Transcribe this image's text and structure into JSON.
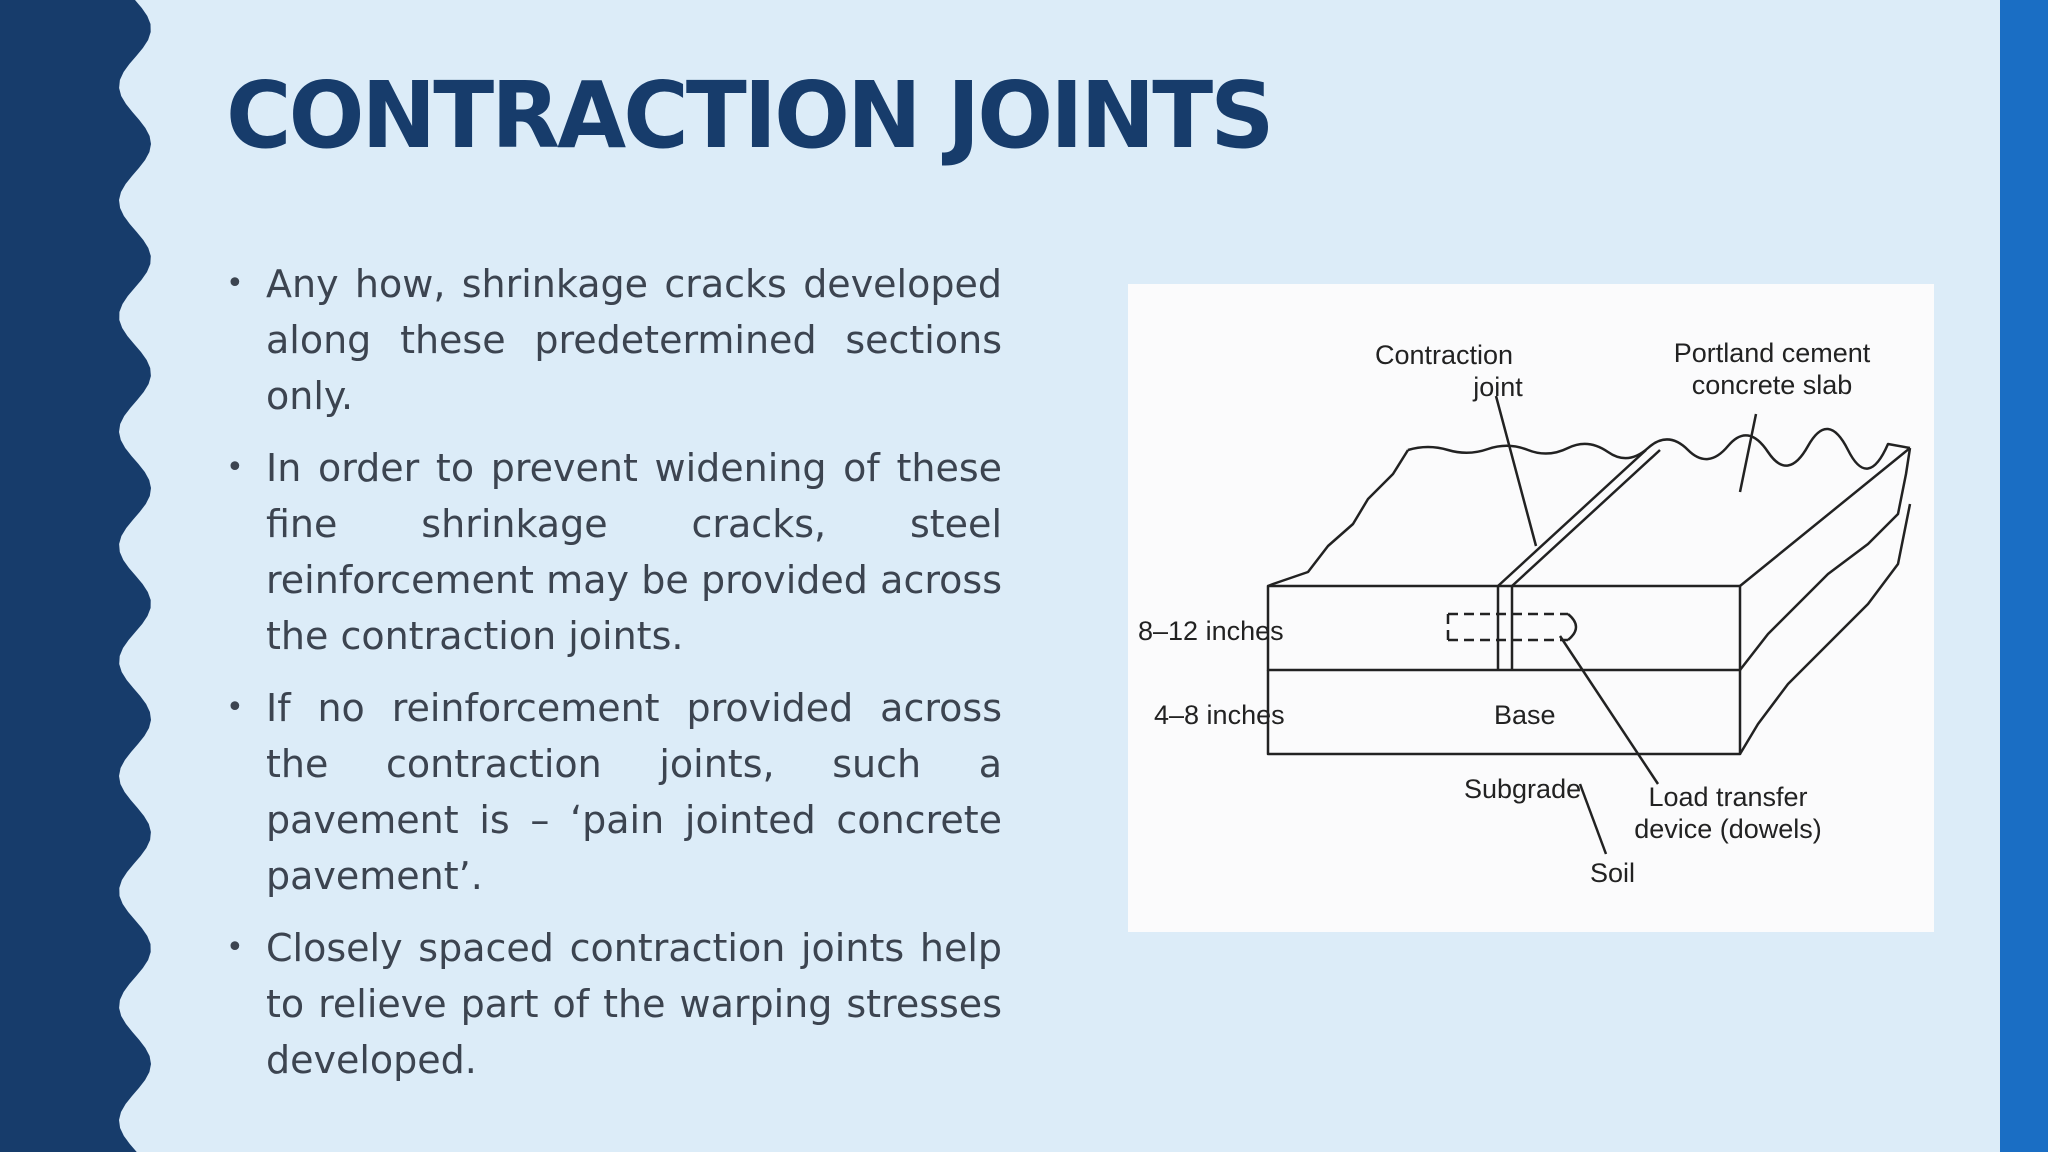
{
  "slide": {
    "title": "CONTRACTION JOINTS",
    "bullets": [
      "Any how, shrinkage cracks developed along these predetermined sections only.",
      "In order to prevent widening of these fine shrinkage cracks, steel reinforcement may be provided across the contraction joints.",
      "If no reinforcement provided across the contraction joints, such a pavement is – ‘pain jointed concrete pavement’.",
      "Closely spaced contraction joints help to relieve part of the warping stresses developed."
    ],
    "bullet_marker": "•"
  },
  "figure": {
    "labels": {
      "contraction_joint_line1": "Contraction",
      "contraction_joint_line2": "joint",
      "slab_line1": "Portland cement",
      "slab_line2": "concrete slab",
      "slab_thickness": "8–12 inches",
      "base_thickness": "4–8 inches",
      "base": "Base",
      "subgrade": "Subgrade",
      "dowels_line1": "Load transfer",
      "dowels_line2": "device (dowels)",
      "soil": "Soil"
    }
  },
  "colors": {
    "background": "#dcecf8",
    "left_band": "#173c6b",
    "right_bar": "#1a6ec4",
    "title": "#173c6b",
    "body_text": "#3c4450"
  }
}
